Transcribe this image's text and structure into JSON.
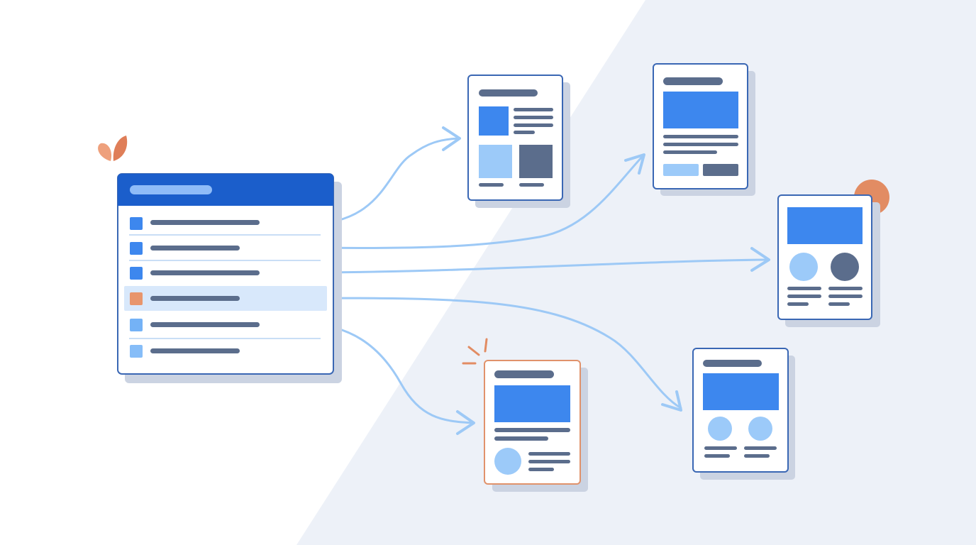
{
  "colors": {
    "page_background": "#ffffff",
    "right_panel": "#edf1f8",
    "primary_blue": "#3d87ee",
    "header_blue": "#1b5ecb",
    "light_blue": "#9ccaf9",
    "slate": "#5b6d8c",
    "frame_stroke": "#3a67b4",
    "connector": "#9dc9f6",
    "accent_orange": "#e28c63",
    "shadow": "#cbd3e2"
  },
  "source_panel": {
    "rows": [
      {
        "marker": "primary_blue",
        "highlighted": false
      },
      {
        "marker": "primary_blue",
        "highlighted": false
      },
      {
        "marker": "primary_blue",
        "highlighted": false
      },
      {
        "marker": "accent_orange",
        "highlighted": true
      },
      {
        "marker": "light_blue",
        "highlighted": false
      },
      {
        "marker": "light_blue",
        "highlighted": false
      }
    ]
  },
  "connections": [
    {
      "from_row": 1,
      "to_card": "card-1"
    },
    {
      "from_row": 2,
      "to_card": "card-2"
    },
    {
      "from_row": 3,
      "to_card": "card-3"
    },
    {
      "from_row": 4,
      "to_card": "card-4"
    },
    {
      "from_row": 5,
      "to_card": "card-5"
    }
  ],
  "decorations": [
    "leaf-icon",
    "orange-circle",
    "spark-icon"
  ]
}
